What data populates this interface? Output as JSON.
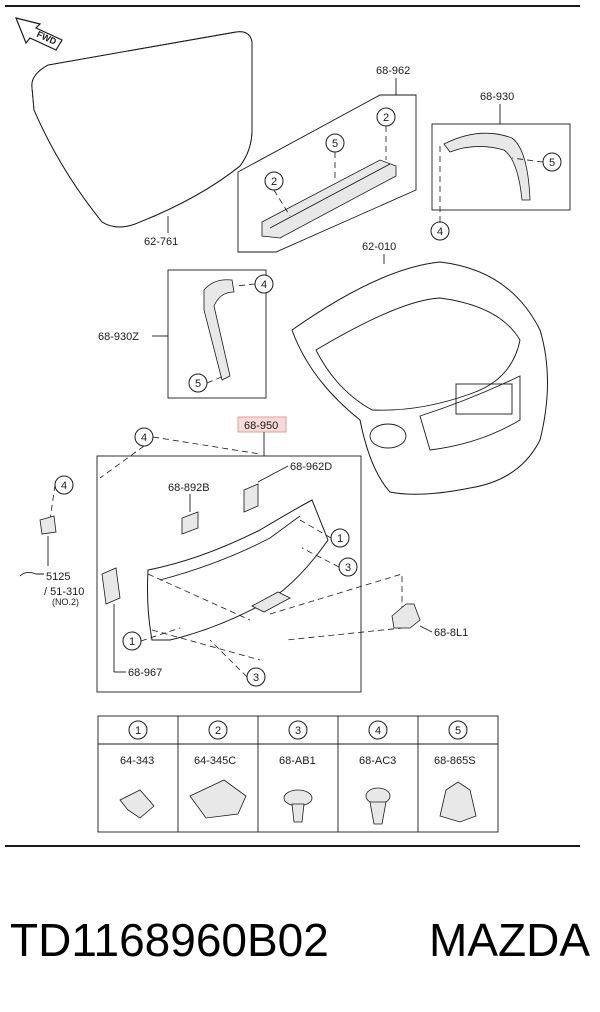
{
  "fwd_label": "FWD",
  "parts": {
    "seal": "62-761",
    "garnish_upper": "68-962",
    "trim_right": "68-930",
    "trim_left": "68-930Z",
    "liftgate": "62-010",
    "trim_assembly": "68-950",
    "handle": "68-892B",
    "trim_piece_d": "68-962D",
    "trim_lower_left": "68-967",
    "lamp": "68-8L1"
  },
  "reference": {
    "number": "5125",
    "line2": "/ 51-310",
    "line3": "(NO.2)"
  },
  "callouts": [
    "1",
    "2",
    "3",
    "4",
    "5"
  ],
  "fastener_table": [
    {
      "num": "1",
      "code": "64-343"
    },
    {
      "num": "2",
      "code": "64-345C"
    },
    {
      "num": "3",
      "code": "68-AB1"
    },
    {
      "num": "4",
      "code": "68-AC3"
    },
    {
      "num": "5",
      "code": "68-865S"
    }
  ],
  "footer": {
    "part_number": "TD1168960B02",
    "brand": "MAZDA"
  },
  "colors": {
    "highlight_fill": "#f6dada",
    "highlight_stroke": "#e89a9a",
    "highlight_text": "#c23b3b",
    "line": "#1a1a1a"
  }
}
